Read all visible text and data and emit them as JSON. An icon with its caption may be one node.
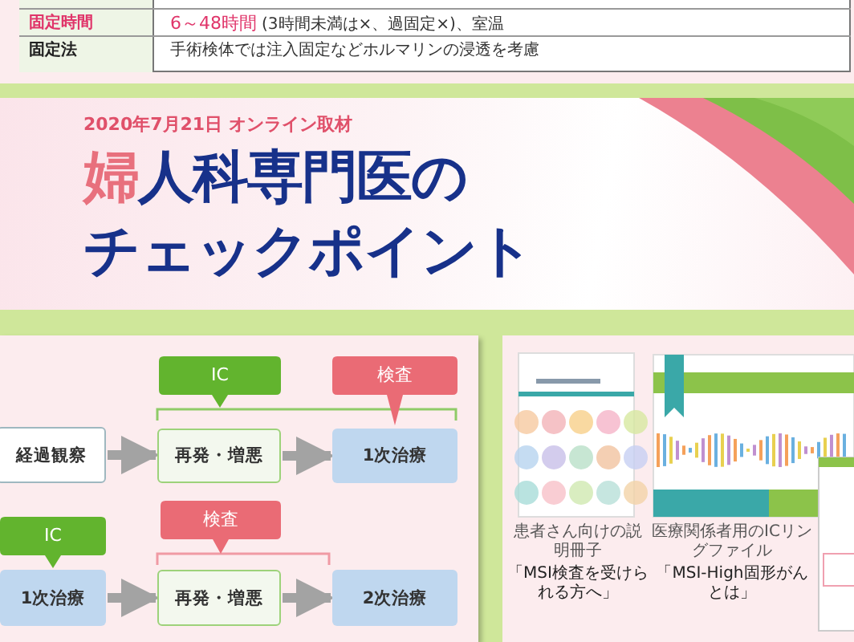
{
  "diagram": {
    "title": "婦人科専門医のチェックポイント",
    "nodes": [
      {
        "text": [
          "IC"
        ]
      },
      {
        "text": [
          "検査"
        ]
      },
      {
        "text": [
          "経過観察"
        ]
      },
      {
        "text": [
          "再発・増悪"
        ]
      },
      {
        "text": [
          "1次治療"
        ]
      },
      {
        "text": [
          "検査"
        ]
      },
      {
        "text": [
          "IC"
        ]
      },
      {
        "text": [
          "1次治療"
        ]
      },
      {
        "text": [
          "再発・増悪"
        ]
      },
      {
        "text": [
          "2次治療"
        ]
      }
    ],
    "edges": [
      {
        "from": 2,
        "to": 3,
        "arrow": "to"
      },
      {
        "from": 3,
        "to": 4,
        "arrow": "to"
      },
      {
        "from": 7,
        "to": 8,
        "arrow": "to"
      },
      {
        "from": 8,
        "to": 9,
        "arrow": "to"
      }
    ],
    "labels": [
      "固定時間",
      "6～48時間",
      "(3時間未満は×、過固定×)、室温",
      "固定法",
      "手術検体では注入固定などホルマリンの浸透を考慮",
      "2020年7月21日 オンライン取材",
      "患者さん向けの説明冊子",
      "「MSI検査を受けられる方へ」",
      "医療関係者用のICリングファイル",
      "「MSI-High固形がんとは」"
    ]
  }
}
